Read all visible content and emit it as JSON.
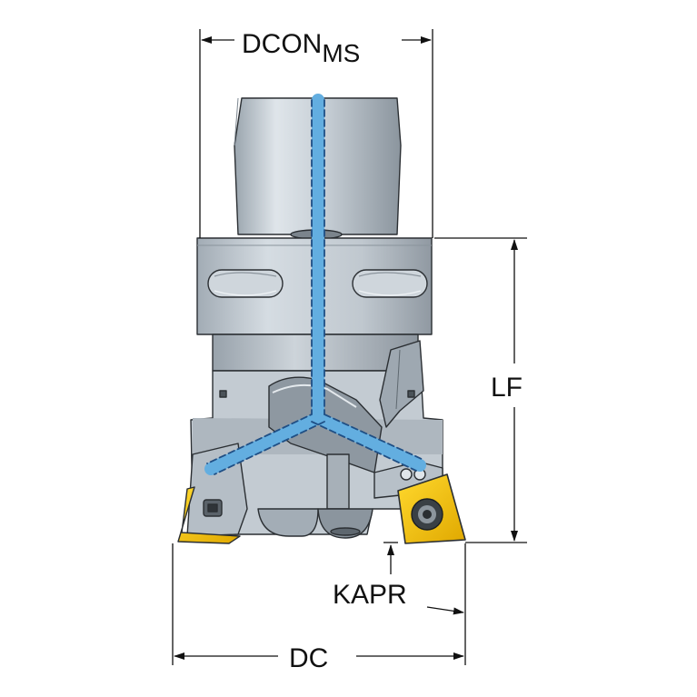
{
  "dimensions": {
    "dcon": {
      "main": "DCON",
      "sub": "MS"
    },
    "lf": "LF",
    "kapr": "KAPR",
    "dc": "DC"
  },
  "colors": {
    "background": "#ffffff",
    "body_light": "#c9d1d8",
    "body_mid": "#a9b3bc",
    "body_dark": "#6e7780",
    "outline": "#2b2f33",
    "coolant": "#5aa7d8",
    "insert": "#f2c200",
    "dimension_line": "#111111"
  }
}
